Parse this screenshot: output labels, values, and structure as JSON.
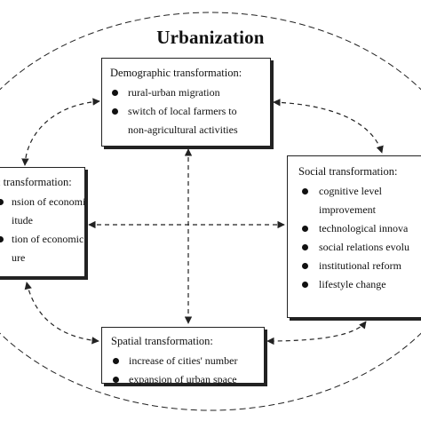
{
  "title": "Urbanization",
  "demographic": {
    "title": "Demographic transformation:",
    "items": [
      [
        "rural-urban migration"
      ],
      [
        "switch of local farmers to",
        "non-agricultural activities"
      ]
    ]
  },
  "economic": {
    "title": "c transformation:",
    "items": [
      [
        "nsion of economic",
        "itude"
      ],
      [
        "tion of economic",
        "ure"
      ]
    ]
  },
  "social": {
    "title": "Social transformation:",
    "items": [
      [
        "cognitive level",
        "improvement"
      ],
      [
        "technological innova"
      ],
      [
        "social relations evolu"
      ],
      [
        "institutional reform"
      ],
      [
        "lifestyle change"
      ]
    ]
  },
  "spatial": {
    "title": "Spatial transformation:",
    "items": [
      [
        "increase of cities' number"
      ],
      [
        "expansion of urban space"
      ]
    ]
  },
  "colors": {
    "stroke": "#222222",
    "background": "#ffffff"
  }
}
